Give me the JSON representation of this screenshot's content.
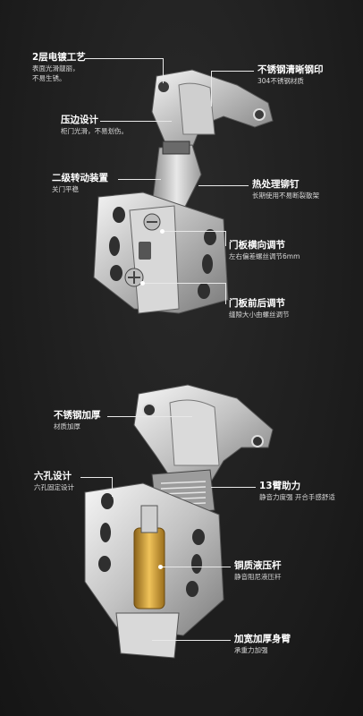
{
  "top": {
    "callouts": [
      {
        "title": "2层电镀工艺",
        "sub": "表面光滑靓丽，\n不易生锈。"
      },
      {
        "title": "不锈钢清晰钢印",
        "sub": "304不锈钢材质"
      },
      {
        "title": "压边设计",
        "sub": "柜门光滑，不易划伤。"
      },
      {
        "title": "二级转动装置",
        "sub": "关门平稳"
      },
      {
        "title": "热处理铆钉",
        "sub": "长期使用不易断裂散架"
      },
      {
        "title": "门板横向调节",
        "sub": "左右偏差螺丝调节6mm"
      },
      {
        "title": "门板前后调节",
        "sub": "缝隙大小由螺丝调节"
      }
    ]
  },
  "bottom": {
    "callouts": [
      {
        "title": "不锈钢加厚",
        "sub": "材质加厚"
      },
      {
        "title": "六孔设计",
        "sub": "六孔固定设计"
      },
      {
        "title": "13臂助力",
        "sub": "静音力度强 开合手感舒适"
      },
      {
        "title": "铜质液压杆",
        "sub": "静音阻尼液压杆"
      },
      {
        "title": "加宽加厚身臂",
        "sub": "承重力加强"
      }
    ]
  },
  "colors": {
    "background": "#1e1e1e",
    "metal_light": "#e6e6e6",
    "metal_dark": "#8a8a8a",
    "brass": "#c9962e"
  }
}
